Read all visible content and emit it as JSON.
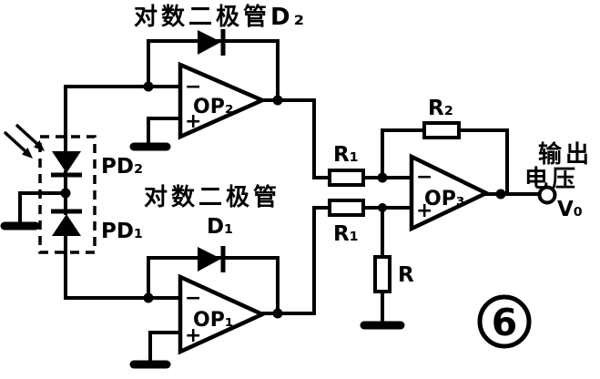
{
  "colors": {
    "ink": "#000000",
    "paper": "#ffffff"
  },
  "labels": {
    "top_diode": "对数二极管D₂",
    "mid_diode_line1": "对数二极管",
    "mid_diode_line2": "D₁",
    "pd2": "PD₂",
    "pd1": "PD₁",
    "r1_top": "R₁",
    "r1_bottom": "R₁",
    "r2": "R₂",
    "r": "R",
    "output_line1": "输出",
    "output_line2": "电压",
    "v_out": "V₀",
    "figure_number": "6"
  },
  "opamps": {
    "op2": {
      "name": "OP₂",
      "minus": "−",
      "plus": "+"
    },
    "op1": {
      "name": "OP₁",
      "minus": "−",
      "plus": "+"
    },
    "op3": {
      "name": "OP₃",
      "minus": "−",
      "plus": "+"
    }
  }
}
